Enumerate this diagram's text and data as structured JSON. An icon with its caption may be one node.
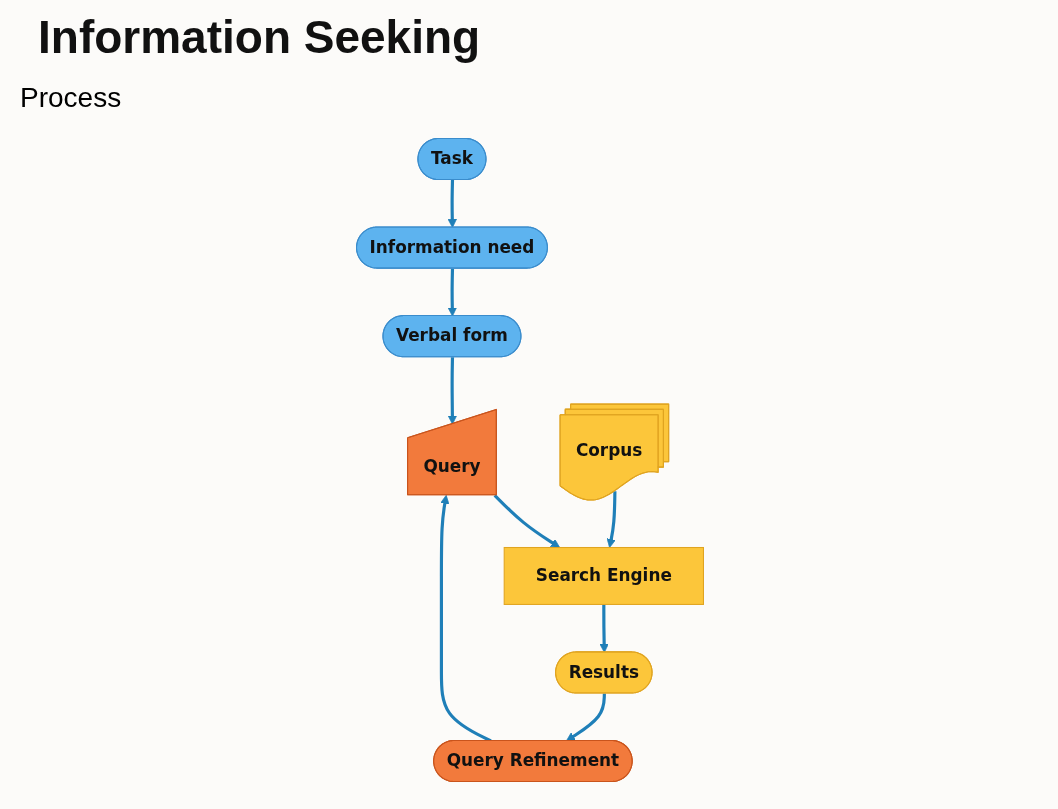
{
  "diagram": {
    "title": "Information Seeking",
    "nodes": [
      {
        "text": [
          "Task"
        ]
      },
      {
        "text": [
          "Information need"
        ]
      },
      {
        "text": [
          "Verbal form"
        ]
      },
      {
        "text": [
          "Query"
        ]
      },
      {
        "text": [
          "Corpus"
        ]
      },
      {
        "text": [
          "Search Engine"
        ]
      },
      {
        "text": [
          "Results"
        ]
      },
      {
        "text": [
          "Query Refinement"
        ]
      }
    ],
    "edges": [
      {
        "from": 0,
        "to": 1,
        "arrow": "to"
      },
      {
        "from": 1,
        "to": 2,
        "arrow": "to"
      },
      {
        "from": 2,
        "to": 3,
        "arrow": "to"
      },
      {
        "from": 3,
        "to": 5,
        "arrow": "to"
      },
      {
        "from": 4,
        "to": 5,
        "arrow": "to"
      },
      {
        "from": 5,
        "to": 6,
        "arrow": "to"
      },
      {
        "from": 6,
        "to": 7,
        "arrow": "to"
      },
      {
        "from": 7,
        "to": 3,
        "arrow": "to"
      }
    ],
    "labels": [
      "Process"
    ]
  }
}
